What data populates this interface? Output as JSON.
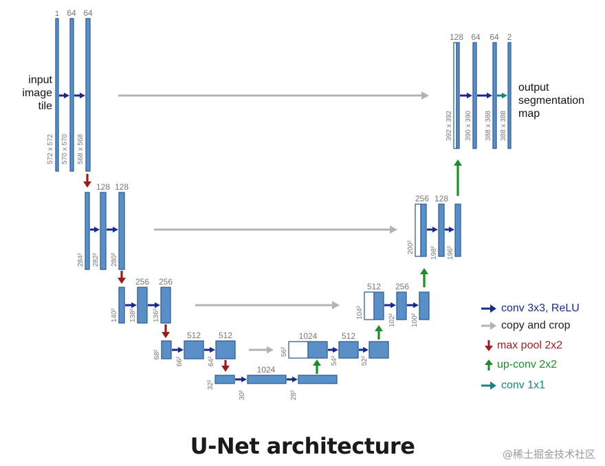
{
  "diagram": {
    "title": "U-Net architecture",
    "input_label": [
      "input",
      "image",
      "tile"
    ],
    "output_label": [
      "output",
      "segmentation",
      "map"
    ],
    "channels": {
      "l1_in": "1",
      "l1_a": "64",
      "l1_b": "64",
      "l2_a": "128",
      "l2_b": "128",
      "l3_a": "256",
      "l3_b": "256",
      "l4_a": "512",
      "l4_b": "512",
      "bottom": "1024",
      "u4_up": "1024",
      "u4_b": "512",
      "u3_up": "512",
      "u3_b": "256",
      "u2_up": "256",
      "u2_b": "128",
      "u1_up": "128",
      "u1_a": "64",
      "u1_b": "64",
      "u1_out": "2"
    },
    "sizes": {
      "l1_in": "572 x 572",
      "l1_a": "570 x 570",
      "l1_b": "568 x 568",
      "l2_in": "284²",
      "l2_a": "282²",
      "l2_b": "280²",
      "l3_in": "140²",
      "l3_a": "138²",
      "l3_b": "136²",
      "l4_in": "68²",
      "l4_a": "66²",
      "l4_b": "64²",
      "b_in": "32²",
      "b_a": "30²",
      "b_b": "28²",
      "u4_in": "56²",
      "u4_a": "54²",
      "u4_b": "52²",
      "u3_in": "104²",
      "u3_a": "102²",
      "u3_b": "100²",
      "u2_in": "200²",
      "u2_a": "198²",
      "u2_b": "196²",
      "u1_in": "392 x 392",
      "u1_a": "390 x 390",
      "u1_b": "388 x 388",
      "u1_out": "388 x 388"
    }
  },
  "legend": [
    {
      "label": "conv 3x3, ReLU",
      "color": "#1a2a8a",
      "kind": "conv"
    },
    {
      "label": "copy and crop",
      "color": "#555555",
      "kind": "copy"
    },
    {
      "label": "max pool 2x2",
      "color": "#9a1c1c",
      "kind": "pool"
    },
    {
      "label": "up-conv 2x2",
      "color": "#1e8a2a",
      "kind": "up"
    },
    {
      "label": "conv 1x1",
      "color": "#16857d",
      "kind": "c1"
    }
  ],
  "colors": {
    "block_fill": "#5b8fc8",
    "block_stroke": "#2f5f95",
    "conv_arrow": "#1a2a8a",
    "copy_arrow": "#b3b3b3",
    "pool_arrow": "#9a1c1c",
    "up_arrow": "#1e8a2a",
    "c1_arrow": "#16857d"
  },
  "watermark": "@稀土掘金技术社区"
}
